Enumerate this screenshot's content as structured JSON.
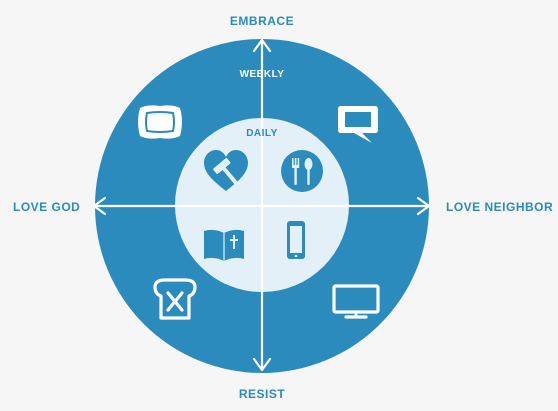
{
  "axes": {
    "top": "EMBRACE",
    "bottom": "RESIST",
    "left": "LOVE GOD",
    "right": "LOVE NEIGHBOR"
  },
  "rings": {
    "outer": "WEEKLY",
    "inner": "DAILY"
  },
  "icons": {
    "outer_top_left": "pillow-icon",
    "outer_top_right": "speech-bubble-icon",
    "outer_bottom_left": "bread-with-x-icon",
    "outer_bottom_right": "tv-monitor-icon",
    "inner_top_left": "heart-with-hammer-icon",
    "inner_top_right": "fork-and-spoon-icon",
    "inner_bottom_left": "bible-icon",
    "inner_bottom_right": "smartphone-icon"
  },
  "colors": {
    "background": "#ececec",
    "outer_circle": "#2b8bbd",
    "inner_circle": "#e3f0f7",
    "axis_label": "#2b8bbd",
    "lines": "#ffffff"
  }
}
